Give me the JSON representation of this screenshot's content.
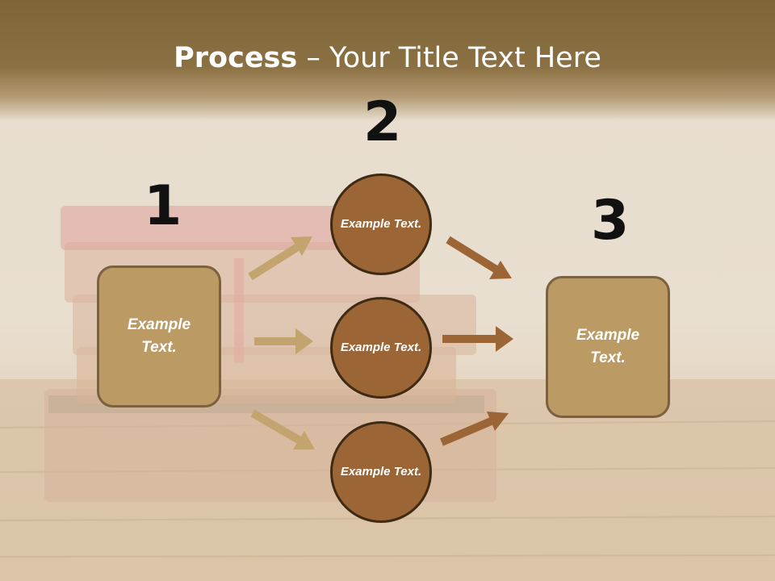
{
  "title": {
    "bold": "Process",
    "rest": " – Your Title Text Here"
  },
  "steps": {
    "one": "1",
    "two": "2",
    "three": "3"
  },
  "nodes": {
    "left_box": "Example Text.",
    "circle_top": "Example Text.",
    "circle_middle": "Example Text.",
    "circle_bottom": "Example Text.",
    "right_box": "Example Text."
  },
  "colors": {
    "header": "#7e6637",
    "box_fill": "#bb9a64",
    "circle_fill": "#9c6535",
    "arrow_left": "#c3a46f",
    "arrow_right": "#9c6535"
  }
}
